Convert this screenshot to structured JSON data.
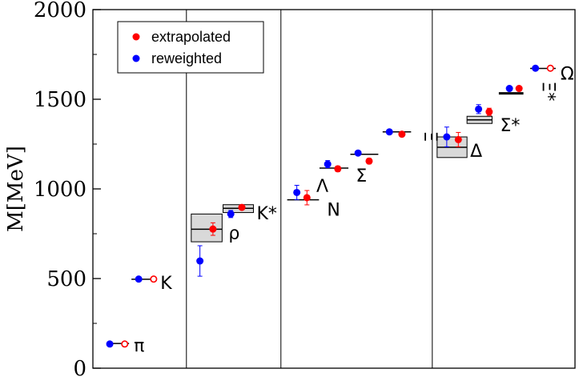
{
  "chart_data": {
    "type": "scatter",
    "ylabel": "M[MeV]",
    "ylim": [
      0,
      2000
    ],
    "yticks": [
      0,
      500,
      1000,
      1500,
      2000
    ],
    "xlim": [
      0,
      100
    ],
    "grid": false,
    "panel_dividers_x": [
      19.4,
      39.0,
      70.4
    ],
    "legend": {
      "placement": "top-left",
      "entries": [
        {
          "name": "extrapolated",
          "color": "#ff0000"
        },
        {
          "name": "reweighted",
          "color": "#0000ff"
        }
      ]
    },
    "colors": {
      "reweighted": "#0000ff",
      "extrapolated": "#ff0000",
      "experiment": "#000000",
      "box_fill": "#d9d9d9"
    },
    "particles": [
      {
        "label": "π",
        "x_span": [
          3.0,
          7.5
        ],
        "experiment": 138,
        "reweighted": {
          "x": 3.5,
          "y": 135,
          "err": 0
        },
        "extrapolated": {
          "x": 6.6,
          "y": 135,
          "err": 0,
          "hollow": true
        }
      },
      {
        "label": "K",
        "x_span": [
          8.0,
          13.0
        ],
        "experiment": 496,
        "reweighted": {
          "x": 9.5,
          "y": 497,
          "err": 0
        },
        "extrapolated": {
          "x": 12.6,
          "y": 497,
          "err": 0,
          "hollow": true
        }
      },
      {
        "label": "ρ",
        "x_span": [
          20.4,
          26.8
        ],
        "experiment": 775,
        "box": [
          705,
          860
        ],
        "reweighted": {
          "x": 22.2,
          "y": 598,
          "err": 85
        },
        "extrapolated": {
          "x": 24.9,
          "y": 776,
          "err": 35
        }
      },
      {
        "label": "K*",
        "x_span": [
          27.0,
          33.3
        ],
        "experiment": 892,
        "box": [
          868,
          912
        ],
        "reweighted": {
          "x": 28.6,
          "y": 860,
          "err": 20
        },
        "extrapolated": {
          "x": 30.9,
          "y": 897,
          "err": 12
        }
      },
      {
        "label": "N",
        "x_span": [
          40.3,
          46.9
        ],
        "experiment": 939,
        "reweighted": {
          "x": 42.3,
          "y": 980,
          "err": 40
        },
        "extrapolated": {
          "x": 44.4,
          "y": 951,
          "err": 40
        }
      },
      {
        "label": "Λ",
        "x_span": [
          47.0,
          53.0
        ],
        "experiment": 1116,
        "reweighted": {
          "x": 48.7,
          "y": 1138,
          "err": 20
        },
        "extrapolated": {
          "x": 50.8,
          "y": 1112,
          "err": 15
        }
      },
      {
        "label": "Σ",
        "x_span": [
          53.4,
          59.2
        ],
        "experiment": 1193,
        "reweighted": {
          "x": 55.0,
          "y": 1200,
          "err": 10
        },
        "extrapolated": {
          "x": 57.3,
          "y": 1155,
          "err": 15
        }
      },
      {
        "label": "Ξ",
        "x_span": [
          60.1,
          66.0
        ],
        "experiment": 1318,
        "reweighted": {
          "x": 61.5,
          "y": 1318,
          "err": 10
        },
        "extrapolated": {
          "x": 64.1,
          "y": 1305,
          "err": 10
        }
      },
      {
        "label": "Δ",
        "x_span": [
          71.4,
          77.6
        ],
        "experiment": 1232,
        "box": [
          1175,
          1290
        ],
        "reweighted": {
          "x": 73.4,
          "y": 1290,
          "err": 55
        },
        "extrapolated": {
          "x": 75.8,
          "y": 1275,
          "err": 40
        }
      },
      {
        "label": "Σ*",
        "x_span": [
          77.6,
          82.8
        ],
        "experiment": 1385,
        "box": [
          1365,
          1405
        ],
        "reweighted": {
          "x": 80.0,
          "y": 1445,
          "err": 25
        },
        "extrapolated": {
          "x": 82.2,
          "y": 1430,
          "err": 20
        }
      },
      {
        "label": "Ξ*",
        "x_span": [
          84.2,
          89.3
        ],
        "experiment": 1533,
        "reweighted": {
          "x": 86.4,
          "y": 1560,
          "err": 5
        },
        "extrapolated": {
          "x": 88.4,
          "y": 1560,
          "err": 5
        }
      },
      {
        "label": "Ω",
        "x_span": [
          90.7,
          96.0
        ],
        "experiment": 1672,
        "reweighted": {
          "x": 91.8,
          "y": 1673,
          "err": 0
        },
        "extrapolated": {
          "x": 94.9,
          "y": 1673,
          "err": 0,
          "hollow": true
        }
      }
    ]
  }
}
